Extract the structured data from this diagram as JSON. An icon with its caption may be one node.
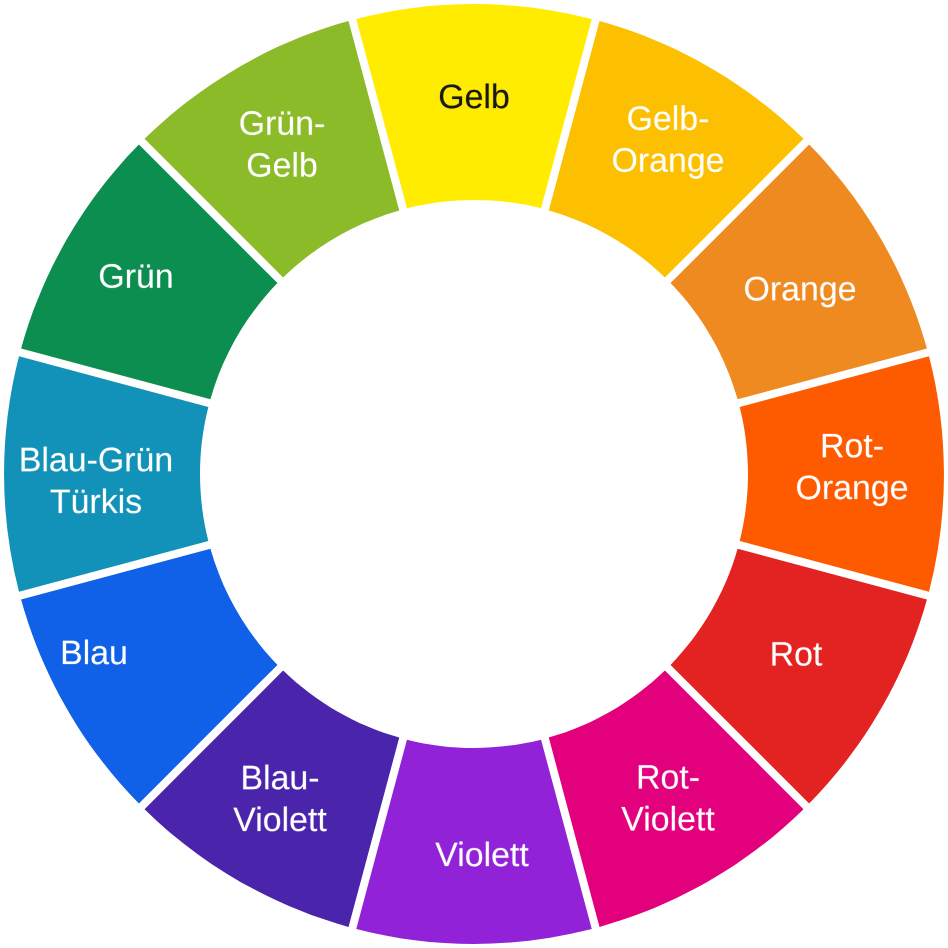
{
  "diagram": {
    "nodes": [
      {
        "text": [
          "Gelb"
        ]
      },
      {
        "text": [
          "Gelb-Orange"
        ]
      },
      {
        "text": [
          "Orange"
        ]
      },
      {
        "text": [
          "Rot-Orange"
        ]
      },
      {
        "text": [
          "Rot"
        ]
      },
      {
        "text": [
          "Rot-Violett"
        ]
      },
      {
        "text": [
          "Violett"
        ]
      },
      {
        "text": [
          "Blau-Violett"
        ]
      },
      {
        "text": [
          "Blau"
        ]
      },
      {
        "text": [
          "Blau-Grün Türkis"
        ]
      },
      {
        "text": [
          "Grün"
        ]
      },
      {
        "text": [
          "Grün-Gelb"
        ]
      }
    ]
  }
}
